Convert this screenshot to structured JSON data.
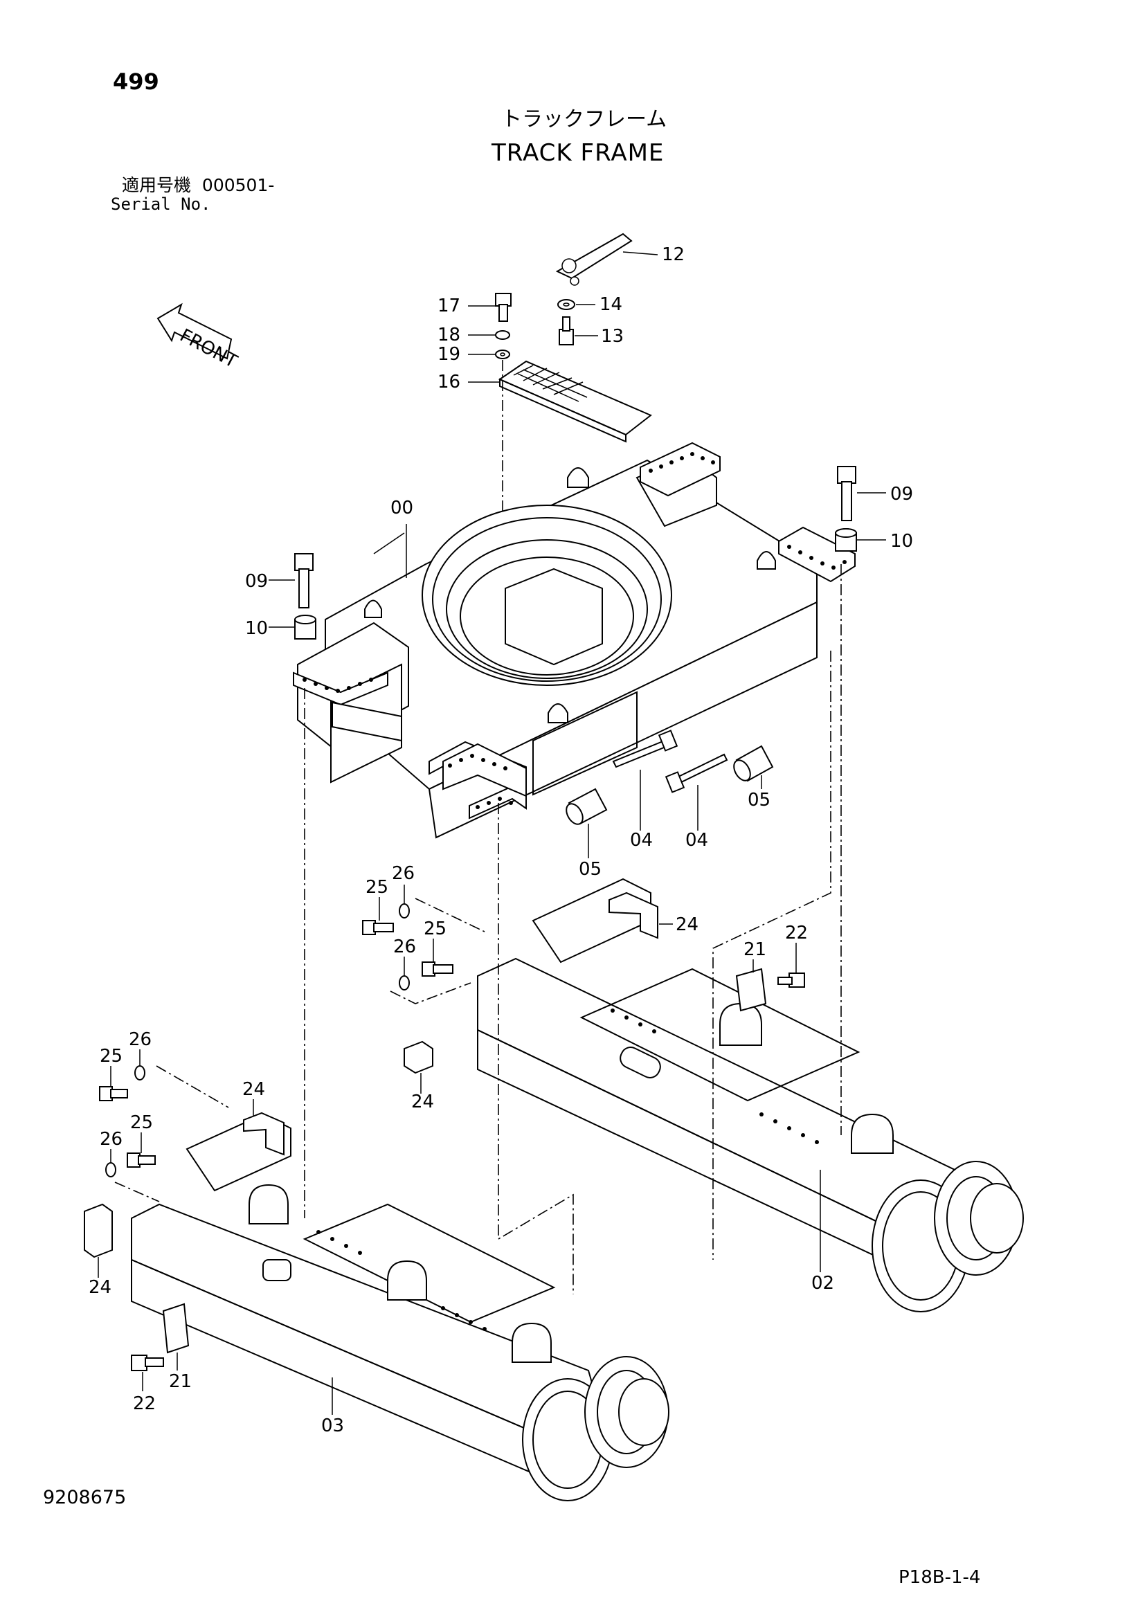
{
  "header": {
    "page_number": "499",
    "title_jp": "トラックフレーム",
    "title_en": "TRACK FRAME",
    "serial_label_jp": "適用号機",
    "serial_value": "000501-",
    "serial_label_en": "Serial No."
  },
  "front_indicator": "FRONT",
  "callouts": {
    "c12": "12",
    "c14": "14",
    "c13": "13",
    "c17": "17",
    "c18": "18",
    "c19": "19",
    "c16": "16",
    "c00": "00",
    "c09a": "09",
    "c10a": "10",
    "c09b": "09",
    "c10b": "10",
    "c04a": "04",
    "c04b": "04",
    "c05a": "05",
    "c05b": "05",
    "c25a": "25",
    "c26a": "26",
    "c25b": "25",
    "c26b": "26",
    "c24a": "24",
    "c21a": "21",
    "c22a": "22",
    "c24b": "24",
    "c25c": "25",
    "c26c": "26",
    "c26d": "26",
    "c25d": "25",
    "c24c": "24",
    "c24d": "24",
    "c02": "02",
    "c21b": "21",
    "c22b": "22",
    "c03": "03"
  },
  "footer": {
    "document_number": "9208675",
    "sheet_reference": "P18B-1-4"
  }
}
